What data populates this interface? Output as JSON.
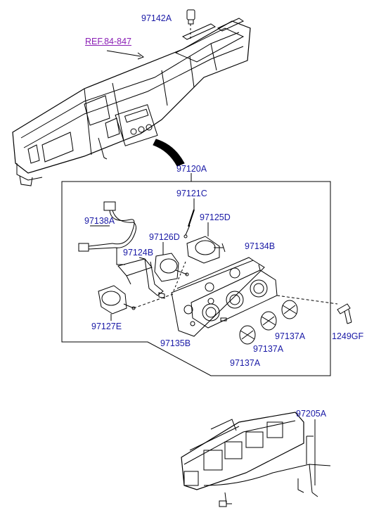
{
  "diagram": {
    "ref_label": "REF.84-847",
    "part_labels": {
      "p97142A": "97142A",
      "p97120A": "97120A",
      "p97121C": "97121C",
      "p97138A": "97138A",
      "p97125D": "97125D",
      "p97126D": "97126D",
      "p97134B": "97134B",
      "p97124B": "97124B",
      "p97127E": "97127E",
      "p97135B": "97135B",
      "p97137A_1": "97137A",
      "p97137A_2": "97137A",
      "p97137A_3": "97137A",
      "p1249GF": "1249GF",
      "p97205A": "97205A"
    },
    "colors": {
      "label": "#1a1aa6",
      "ref": "#8a1fb5",
      "line": "#000000"
    }
  }
}
